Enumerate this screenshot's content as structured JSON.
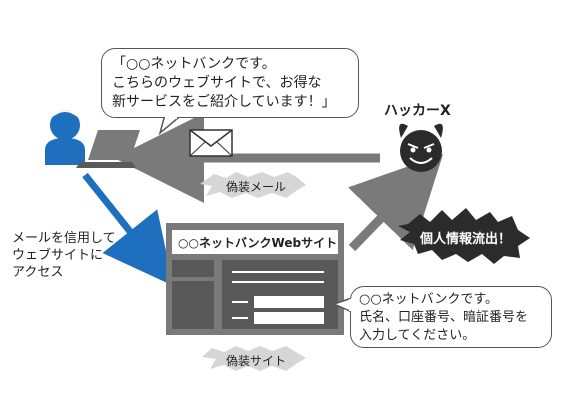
{
  "email_bubble": {
    "lines": [
      "「○○ネットバンクです。",
      "こちらのウェブサイトで、お得な",
      "新サービスをご紹介しています！」"
    ]
  },
  "hacker": {
    "label": "ハッカーX",
    "icon": "devil-icon"
  },
  "victim": {
    "icon": "person-laptop-icon"
  },
  "fake_mail_label": "偽装メール",
  "trust_note": {
    "lines": [
      "メールを信用して",
      "ウェブサイトに",
      "アクセス"
    ]
  },
  "site_window": {
    "title": "○○ネットバンクWebサイト"
  },
  "fake_site_label": "偽装サイト",
  "leak_label": "個人情報流出！",
  "site_bubble": {
    "lines": [
      "○○ネットバンクです。",
      "氏名、口座番号、暗証番号を",
      "入力してください。"
    ]
  },
  "colors": {
    "blue": "#1f6fbf",
    "gray": "#7a7a7a",
    "dark": "#2b2b2b"
  }
}
